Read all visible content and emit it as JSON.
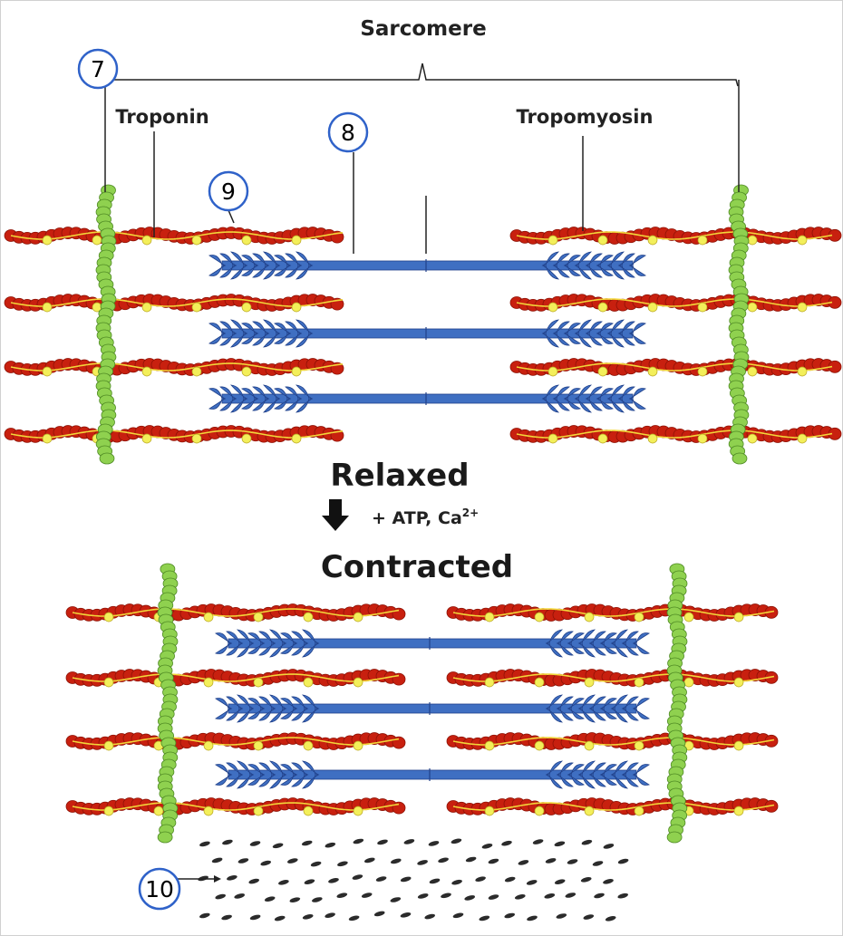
{
  "labels": {
    "sarcomere": "Sarcomere",
    "troponin": "Troponin",
    "tropomyosin": "Tropomyosin",
    "relaxed": "Relaxed",
    "reagents": "+ ATP, Ca",
    "reagents_sup": "2+",
    "contracted": "Contracted"
  },
  "markers": {
    "m7": "7",
    "m8": "8",
    "m9": "9",
    "m10": "10"
  },
  "colors": {
    "actin": "#c8200f",
    "actin_dark": "#8e1206",
    "tropomyosin_line": "#f2d63a",
    "troponin": "#f3ef5a",
    "myosin": "#3f6fc2",
    "myosin_dark": "#21418a",
    "zdisc": "#8fd14f",
    "zdisc_dark": "#4f8a24",
    "marker_border": "#2f62c9"
  }
}
